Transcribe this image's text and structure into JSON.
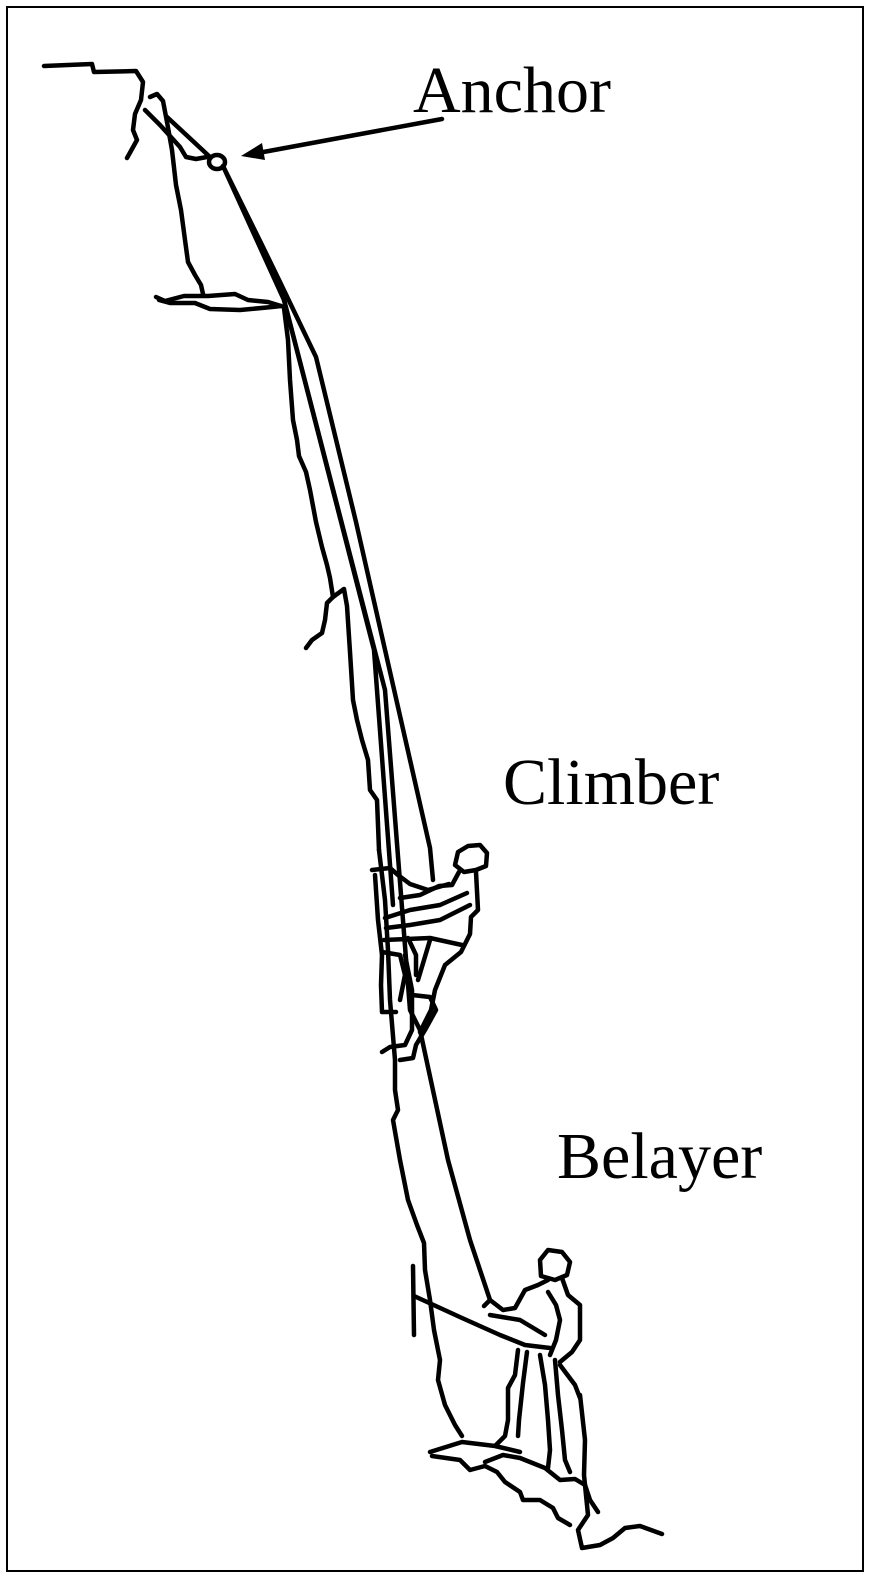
{
  "labels": {
    "anchor": "Anchor",
    "climber": "Climber",
    "belayer": "Belayer"
  },
  "colors": {
    "ink": "#000000",
    "background": "#ffffff"
  }
}
